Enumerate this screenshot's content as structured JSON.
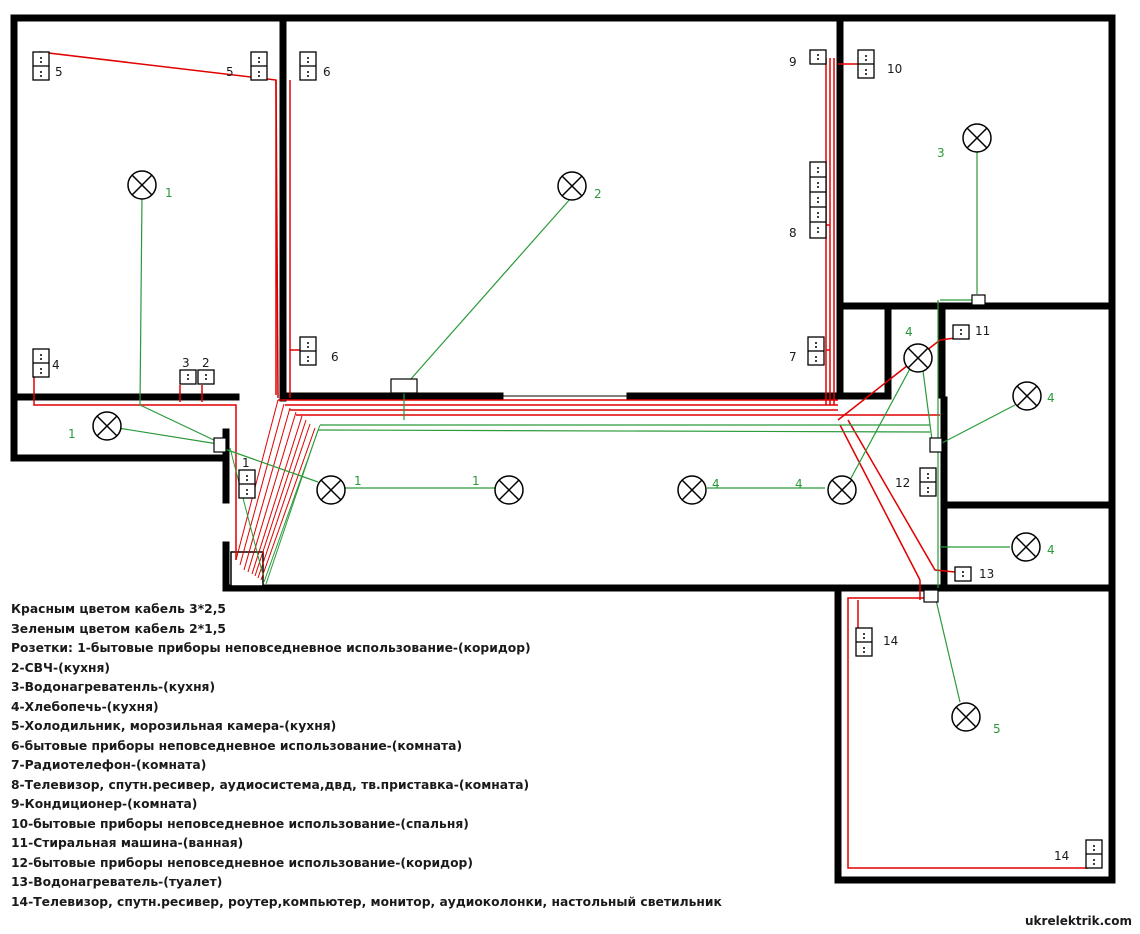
{
  "legend": {
    "red_cable": "Красным цветом кабель 3*2,5",
    "green_cable": "Зеленым цветом кабель 2*1,5",
    "items": [
      "Розетки: 1-бытовые приборы неповседневное использование-(коридор)",
      "2-СВЧ-(кухня)",
      "3-Водонагреватенль-(кухня)",
      "4-Хлебопечь-(кухня)",
      "5-Холодильник, морозильная камера-(кухня)",
      "6-бытовые приборы неповседневное использование-(комната)",
      "7-Радиотелефон-(комната)",
      "8-Телевизор, спутн.ресивер, аудиосистема,двд, тв.приставка-(комната)",
      "9-Кондиционер-(комната)",
      "10-бытовые приборы неповседневное использование-(спальня)",
      "11-Стиральная машина-(ванная)",
      "12-бытовые приборы неповседневное использование-(коридор)",
      "13-Водонагреватель-(туалет)",
      "14-Телевизор, спутн.ресивер, роутер,компьютер, монитор, аудиоколонки, настольный светильник"
    ]
  },
  "watermark": "ukrelektrik.com",
  "socket_labels": {
    "s5a": "5",
    "s5b": "5",
    "s6a": "6",
    "s6b": "6",
    "s9": "9",
    "s10": "10",
    "s8": "8",
    "s7": "7",
    "s4": "4",
    "s3": "3",
    "s2": "2",
    "s1": "1",
    "s11": "11",
    "s12": "12",
    "s13": "13",
    "s14a": "14",
    "s14b": "14"
  },
  "lamp_labels": {
    "k1": "1",
    "k2": "2",
    "k3": "3",
    "k4a": "4",
    "k4b": "4",
    "k4c": "4",
    "c1a": "1",
    "c1b": "1",
    "c1c": "1",
    "c4a": "4",
    "c4b": "4",
    "k5": "5"
  },
  "colors": {
    "wall": "#000000",
    "red_cable": "#e00000",
    "green_cable": "#2a9a3a",
    "label_green": "#2a9a3a"
  }
}
